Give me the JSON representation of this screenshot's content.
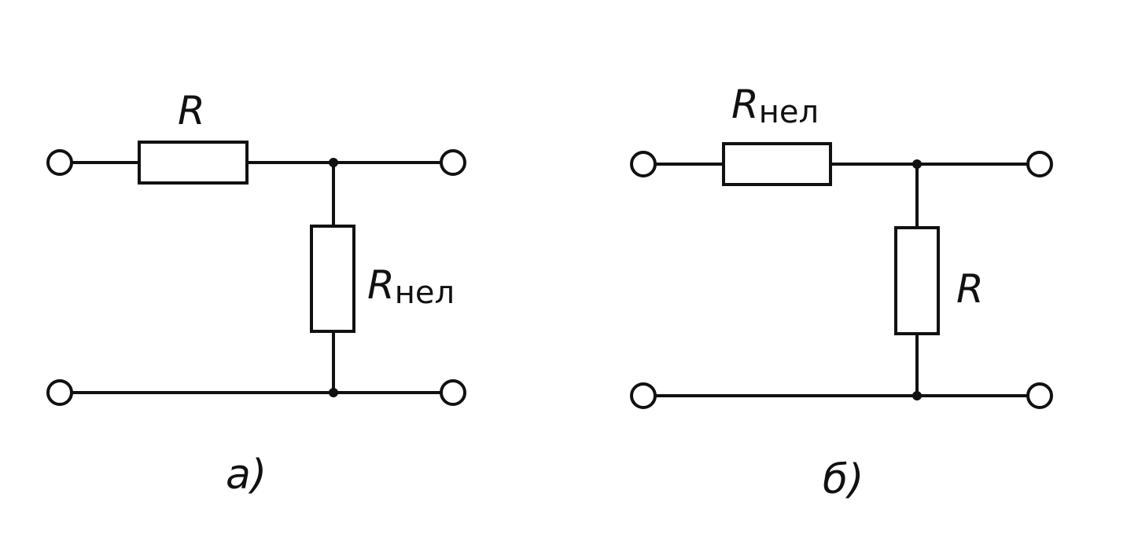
{
  "circuits": [
    {
      "caption": "а)",
      "series_resistor": {
        "symbol": "R",
        "subscript": ""
      },
      "shunt_resistor": {
        "symbol": "R",
        "subscript": "нел"
      }
    },
    {
      "caption": "б)",
      "series_resistor": {
        "symbol": "R",
        "subscript": "нел"
      },
      "shunt_resistor": {
        "symbol": "R",
        "subscript": ""
      }
    }
  ]
}
